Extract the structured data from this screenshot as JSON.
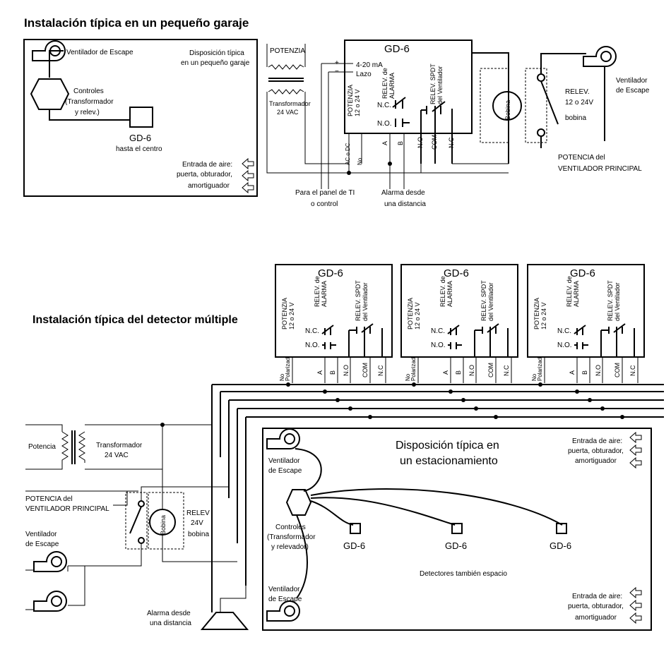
{
  "titles": {
    "garage": "Instalación típica en un pequeño garaje",
    "multiple": "Instalación típica del detector múltiple"
  },
  "device": {
    "name": "GD-6",
    "power": [
      "POTENZIA",
      "12 o 24 V"
    ],
    "alarm_relay": [
      "RELEV. de",
      "ALARMA"
    ],
    "fan_relay": [
      "RELEV. SPDT",
      "del Ventilador"
    ],
    "nc": "N.C.",
    "no": "N.O.",
    "terminals": {
      "non_polarized": [
        "No",
        "Polarizad"
      ],
      "ac_dc": "AC o DC",
      "a": "A",
      "b": "B",
      "n_o": "N.O",
      "com": "COM",
      "n_c": "N.C"
    }
  },
  "garage": {
    "exhaust_fan": "Ventilador de Escape",
    "layout_label": [
      "Disposición típica",
      "en un pequeño garaje"
    ],
    "controls": [
      "Controles",
      "(Transformador",
      "y relev.)"
    ],
    "detector": "GD-6",
    "detector_note": "hasta el centro",
    "air_inlet": [
      "Entrada de aire:",
      "puerta, obturador,",
      "amortiguador"
    ]
  },
  "wiring_top": {
    "power": "POTENZIA",
    "transformer": [
      "Transformador",
      "24 VAC"
    ],
    "loop": [
      "4-20 mA",
      "Lazo"
    ],
    "plus": "+",
    "minus": "−",
    "coil": "Bobina",
    "relay": [
      "RELEV.",
      "12 o 24V",
      "bobina"
    ],
    "fan": [
      "Ventilador",
      "de Escape"
    ],
    "main_fan_power": [
      "POTENCIA del",
      "VENTILADOR PRINCIPAL"
    ],
    "panel": [
      "Para el panel de TI",
      "o control"
    ],
    "remote_alarm": [
      "Alarma desde",
      "una distancia"
    ]
  },
  "multiple": {
    "power": "Potencia",
    "transformer": [
      "Transformador",
      "24 VAC"
    ],
    "main_fan_power": [
      "POTENCIA del",
      "VENTILADOR PRINCIPAL"
    ],
    "coil": "Bobina",
    "relay": [
      "RELEV",
      "24V",
      "bobina"
    ],
    "fan": [
      "Ventilador",
      "de Escape"
    ],
    "remote_alarm": [
      "Alarma desde",
      "una distancia"
    ],
    "parking_layout": [
      "Disposición típica en",
      "un estacionamiento"
    ],
    "controls": [
      "Controles",
      "(Transformador",
      "y relevador)"
    ],
    "detectors": [
      "GD-6",
      "GD-6",
      "GD-6"
    ],
    "detectors_note": "Detectores también espacio",
    "air_inlet": [
      "Entrada de aire:",
      "puerta, obturador,",
      "amortiguador"
    ]
  }
}
